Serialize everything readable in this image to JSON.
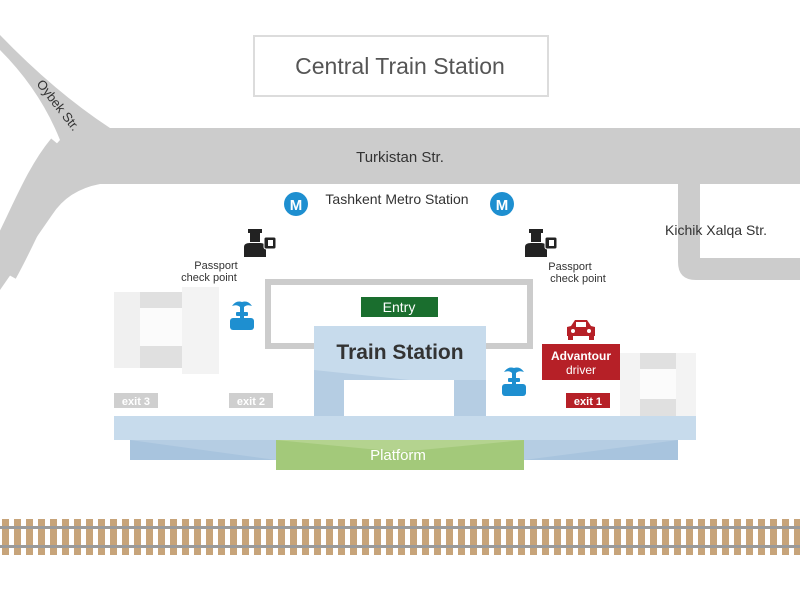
{
  "title": "Central Train Station",
  "streets": {
    "main": "Turkistan Str.",
    "diagonal": "Oybek Str.",
    "side": "Kichik Xalqa Str."
  },
  "metro": {
    "label": "Tashkent Metro Station",
    "badge": "M"
  },
  "passport": {
    "label_line1": "Passport",
    "label_line2": "check point"
  },
  "entry_label": "Entry",
  "station_label": "Train Station",
  "platform_label": "Platform",
  "exits": {
    "exit1": "exit 1",
    "exit2": "exit 2",
    "exit3": "exit 3"
  },
  "advantour": {
    "line1": "Advantour",
    "line2": "driver"
  },
  "icons": [
    "metro-icon",
    "border-guard-icon",
    "fountain-icon",
    "car-icon"
  ],
  "colors": {
    "road": "#cccccc",
    "metro": "#1e8fd0",
    "entry": "#1a6e2e",
    "advantour": "#b62027",
    "platform": "#a3c97a",
    "station": "#c7dbec",
    "exit_badge": "#cfcfcf",
    "rail": "#c7a47a"
  }
}
